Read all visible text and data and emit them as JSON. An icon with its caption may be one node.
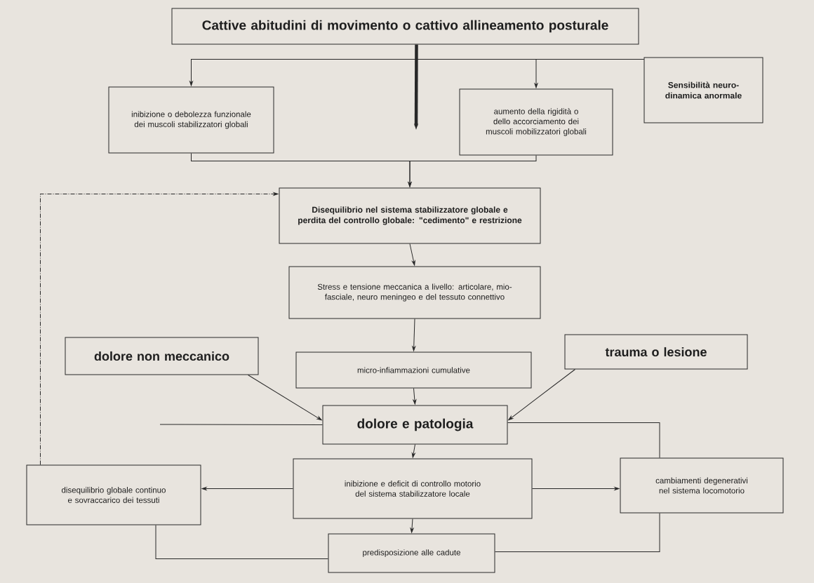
{
  "diagram": {
    "nodes": [
      {
        "text": [
          "Cattive abitudini di movimento o cattivo allineamento posturale"
        ]
      },
      {
        "text": [
          "inibizione o debolezza funzionale dei muscoli stabilizzatori globali"
        ]
      },
      {
        "text": [
          "aumento della rigidità o dello accorciamento dei muscoli mobilizzatori globali"
        ]
      },
      {
        "text": [
          "Sensibilità neuro-dinamica anormale"
        ]
      },
      {
        "text": [
          "Disequilibrio nel sistema stabilizzatore globale e perdita del controllo globale: \"cedimento\" e restrizione"
        ]
      },
      {
        "text": [
          "Stress e tensione meccanica a livello: articolare, mio-fasciale, neuro meningeo e del tessuto connettivo"
        ]
      },
      {
        "text": [
          "dolore non meccanico"
        ]
      },
      {
        "text": [
          "micro-infiammazioni cumulative"
        ]
      },
      {
        "text": [
          "trauma o lesione"
        ]
      },
      {
        "text": [
          "dolore e patologia"
        ]
      },
      {
        "text": [
          "inibizione e deficit di controllo motorio del sistema stabilizzatore locale"
        ]
      },
      {
        "text": [
          "disequilibrio globale continuo e sovraccarico dei tessuti"
        ]
      },
      {
        "text": [
          "cambiamenti degenerativi nel sistema locomotorio"
        ]
      },
      {
        "text": [
          "predisposizione alle cadute"
        ]
      }
    ],
    "edges": [
      {
        "from": 0,
        "to": null,
        "arrow": "to",
        "style": "thick"
      },
      {
        "from": 3,
        "to": 1,
        "arrow": "to"
      },
      {
        "from": 3,
        "to": 2,
        "arrow": "to"
      },
      {
        "from": 1,
        "to": 4,
        "arrow": "to"
      },
      {
        "from": 2,
        "to": 4,
        "arrow": "to"
      },
      {
        "from": 4,
        "to": 5,
        "arrow": "to"
      },
      {
        "from": 5,
        "to": 7,
        "arrow": "to"
      },
      {
        "from": 7,
        "to": 9,
        "arrow": "to"
      },
      {
        "from": 6,
        "to": 9,
        "arrow": "to"
      },
      {
        "from": 8,
        "to": 9,
        "arrow": "to"
      },
      {
        "from": null,
        "to": 9,
        "arrow": "none"
      },
      {
        "from": 12,
        "to": 9,
        "arrow": "none"
      },
      {
        "from": 9,
        "to": 10,
        "arrow": "to"
      },
      {
        "from": 10,
        "to": 11,
        "arrow": "to"
      },
      {
        "from": 10,
        "to": 12,
        "arrow": "to"
      },
      {
        "from": 10,
        "to": 13,
        "arrow": "to"
      },
      {
        "from": 11,
        "to": 4,
        "arrow": "to",
        "style": "dashed"
      },
      {
        "from": 11,
        "to": 13,
        "arrow": "none"
      },
      {
        "from": 12,
        "to": 13,
        "arrow": "none"
      }
    ]
  }
}
